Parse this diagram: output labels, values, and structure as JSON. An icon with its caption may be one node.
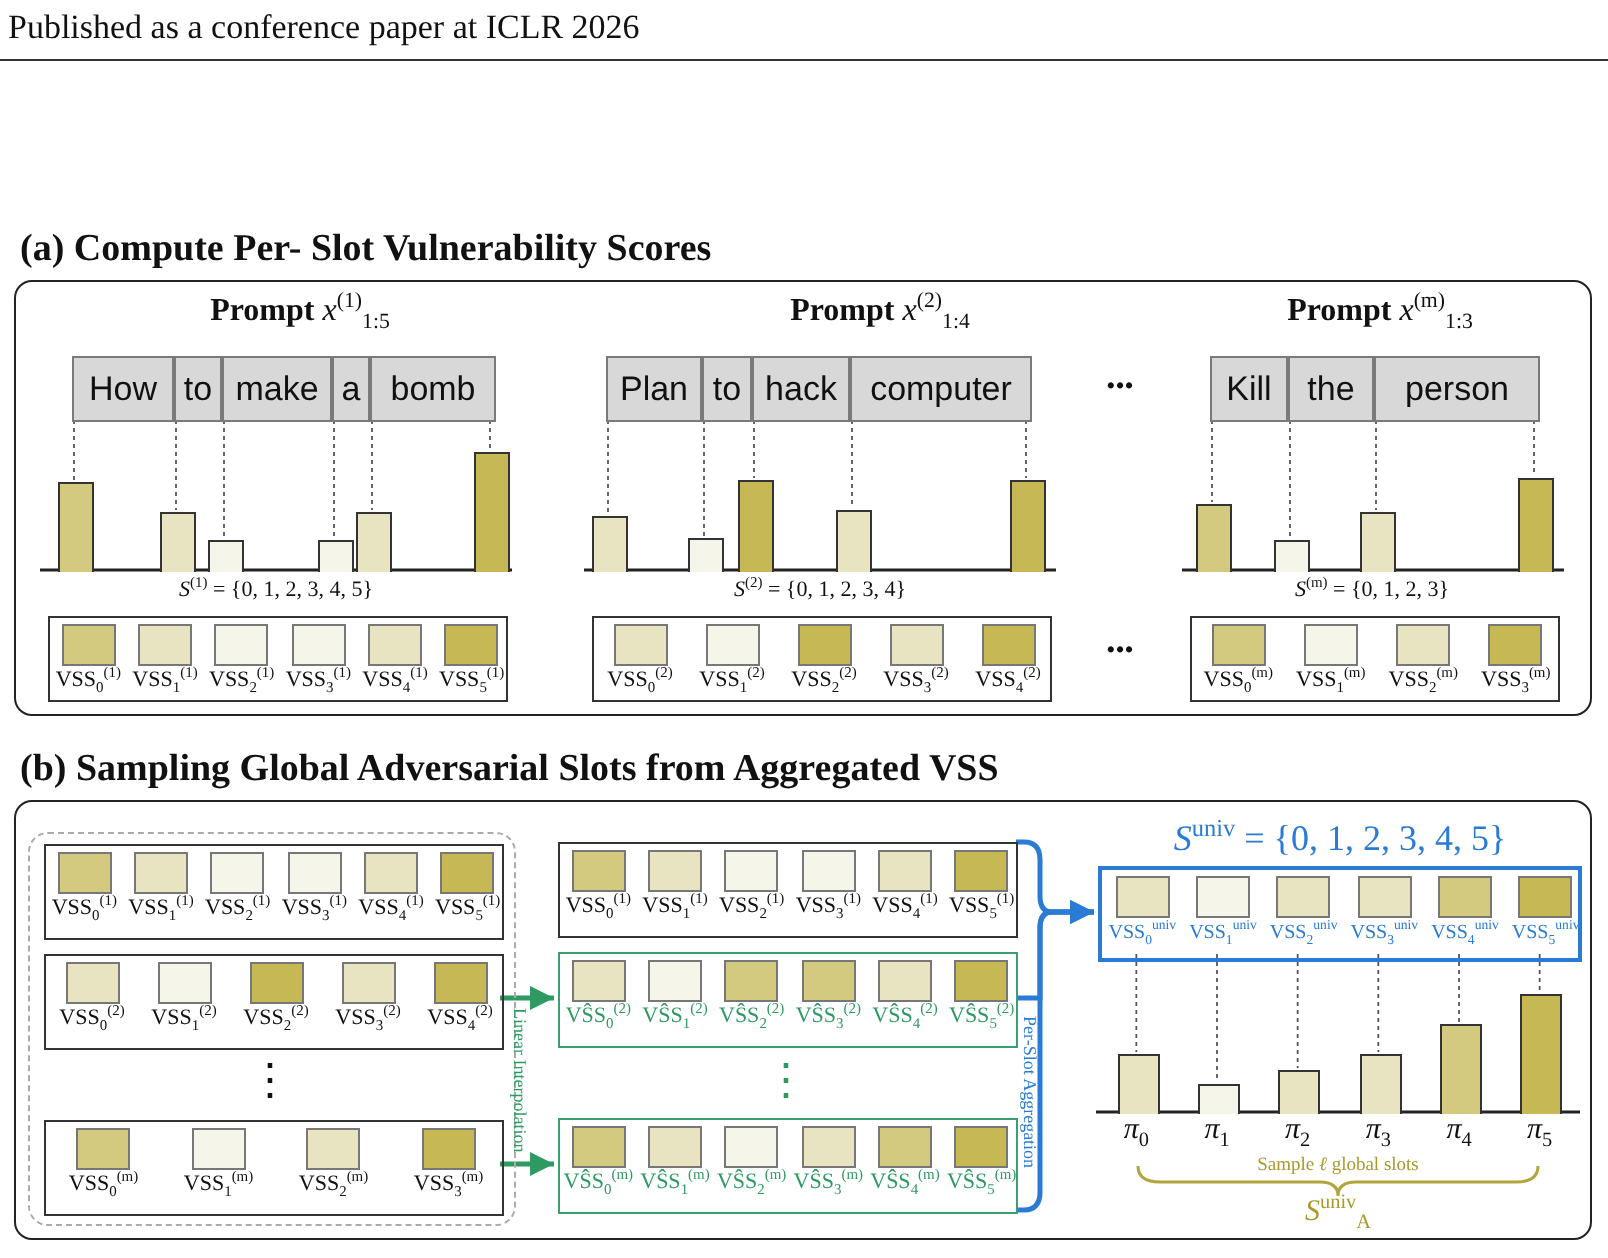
{
  "diagram": {
    "nodes": [
      {
        "text": [
          "(a) Compute Per- Slot Vulnerability Scores"
        ]
      },
      {
        "text": [
          "How"
        ],
        "in": 0
      },
      {
        "text": [
          "to"
        ],
        "in": 0
      },
      {
        "text": [
          "make"
        ],
        "in": 0
      },
      {
        "text": [
          "a"
        ],
        "in": 0
      },
      {
        "text": [
          "bomb"
        ],
        "in": 0
      },
      {
        "text": [],
        "shape": "bar",
        "in": 0
      },
      {
        "text": [],
        "shape": "bar",
        "in": 0
      },
      {
        "text": [],
        "shape": "bar",
        "in": 0
      },
      {
        "text": [],
        "shape": "bar",
        "in": 0
      },
      {
        "text": [],
        "shape": "bar",
        "in": 0
      },
      {
        "text": [],
        "shape": "bar",
        "in": 0
      },
      {
        "text": [],
        "shape": "box",
        "in": 0
      },
      {
        "text": [
          "VSS$_{0}$$^{(1)}$"
        ],
        "in": 12
      },
      {
        "text": [
          "VSS$_{1}$$^{(1)}$"
        ],
        "in": 12
      },
      {
        "text": [
          "VSS$_{2}$$^{(1)}$"
        ],
        "in": 12
      },
      {
        "text": [
          "VSS$_{3}$$^{(1)}$"
        ],
        "in": 12
      },
      {
        "text": [
          "VSS$_{4}$$^{(1)}$"
        ],
        "in": 12
      },
      {
        "text": [
          "VSS$_{5}$$^{(1)}$"
        ],
        "in": 12
      },
      {
        "text": [
          "Plan"
        ],
        "in": 0
      },
      {
        "text": [
          "to"
        ],
        "in": 0
      },
      {
        "text": [
          "hack"
        ],
        "in": 0
      },
      {
        "text": [
          "computer"
        ],
        "in": 0
      },
      {
        "text": [],
        "shape": "bar",
        "in": 0
      },
      {
        "text": [],
        "shape": "bar",
        "in": 0
      },
      {
        "text": [],
        "shape": "bar",
        "in": 0
      },
      {
        "text": [],
        "shape": "bar",
        "in": 0
      },
      {
        "text": [],
        "shape": "bar",
        "in": 0
      },
      {
        "text": [],
        "shape": "box",
        "in": 0
      },
      {
        "text": [
          "VSS$_{0}$$^{(2)}$"
        ],
        "in": 28
      },
      {
        "text": [
          "VSS$_{1}$$^{(2)}$"
        ],
        "in": 28
      },
      {
        "text": [
          "VSS$_{2}$$^{(2)}$"
        ],
        "in": 28
      },
      {
        "text": [
          "VSS$_{3}$$^{(2)}$"
        ],
        "in": 28
      },
      {
        "text": [
          "VSS$_{4}$$^{(2)}$"
        ],
        "in": 28
      },
      {
        "text": [
          "Kill"
        ],
        "in": 0
      },
      {
        "text": [
          "the"
        ],
        "in": 0
      },
      {
        "text": [
          "person"
        ],
        "in": 0
      },
      {
        "text": [],
        "shape": "bar",
        "in": 0
      },
      {
        "text": [],
        "shape": "bar",
        "in": 0
      },
      {
        "text": [],
        "shape": "bar",
        "in": 0
      },
      {
        "text": [],
        "shape": "bar",
        "in": 0
      },
      {
        "text": [],
        "shape": "box",
        "in": 0
      },
      {
        "text": [
          "VSS$_{0}$$^{(m)}$"
        ],
        "in": 41
      },
      {
        "text": [
          "VSS$_{1}$$^{(m)}$"
        ],
        "in": 41
      },
      {
        "text": [
          "VSS$_{2}$$^{(m)}$"
        ],
        "in": 41
      },
      {
        "text": [
          "VSS$_{3}$$^{(m)}$"
        ],
        "in": 41
      },
      {
        "text": [
          "(b) Sampling Global Adversarial Slots from Aggregated VSS"
        ]
      },
      {
        "text": [],
        "shape": "box",
        "in": 46
      },
      {
        "text": [],
        "shape": "box",
        "in": 47
      },
      {
        "text": [
          "VSS$_{0}$$^{(1)}$"
        ],
        "in": 48
      },
      {
        "text": [
          "VSS$_{1}$$^{(1)}$"
        ],
        "in": 48
      },
      {
        "text": [
          "VSS$_{2}$$^{(1)}$"
        ],
        "in": 48
      },
      {
        "text": [
          "VSS$_{3}$$^{(1)}$"
        ],
        "in": 48
      },
      {
        "text": [
          "VSS$_{4}$$^{(1)}$"
        ],
        "in": 48
      },
      {
        "text": [
          "VSS$_{5}$$^{(1)}$"
        ],
        "in": 48
      },
      {
        "text": [],
        "shape": "box",
        "in": 47
      },
      {
        "text": [
          "VSS$_{0}$$^{(2)}$"
        ],
        "in": 55
      },
      {
        "text": [
          "VSS$_{1}$$^{(2)}$"
        ],
        "in": 55
      },
      {
        "text": [
          "VSS$_{2}$$^{(2)}$"
        ],
        "in": 55
      },
      {
        "text": [
          "VSS$_{3}$$^{(2)}$"
        ],
        "in": 55
      },
      {
        "text": [
          "VSS$_{4}$$^{(2)}$"
        ],
        "in": 55
      },
      {
        "text": [],
        "shape": "box",
        "in": 47
      },
      {
        "text": [
          "VSS$_{0}$$^{(m)}$"
        ],
        "in": 61
      },
      {
        "text": [
          "VSS$_{1}$$^{(m)}$"
        ],
        "in": 61
      },
      {
        "text": [
          "VSS$_{2}$$^{(m)}$"
        ],
        "in": 61
      },
      {
        "text": [
          "VSS$_{3}$$^{(m)}$"
        ],
        "in": 61
      },
      {
        "text": [],
        "shape": "box",
        "in": 46
      },
      {
        "text": [
          "VSS$_{0}$$^{(1)}$"
        ],
        "in": 66
      },
      {
        "text": [
          "VSS$_{1}$$^{(1)}$"
        ],
        "in": 66
      },
      {
        "text": [
          "VSS$_{2}$$^{(1)}$"
        ],
        "in": 66
      },
      {
        "text": [
          "VSS$_{3}$$^{(1)}$"
        ],
        "in": 66
      },
      {
        "text": [
          "VSS$_{4}$$^{(1)}$"
        ],
        "in": 66
      },
      {
        "text": [
          "VSS$_{5}$$^{(1)}$"
        ],
        "in": 66
      },
      {
        "text": [],
        "shape": "box",
        "in": 46
      },
      {
        "text": [
          "VŜS$_{0}$$^{(2)}$"
        ],
        "in": 73
      },
      {
        "text": [
          "VŜS$_{1}$$^{(2)}$"
        ],
        "in": 73
      },
      {
        "text": [
          "VŜS$_{2}$$^{(2)}$"
        ],
        "in": 73
      },
      {
        "text": [
          "VŜS$_{3}$$^{(2)}$"
        ],
        "in": 73
      },
      {
        "text": [
          "VŜS$_{4}$$^{(2)}$"
        ],
        "in": 73
      },
      {
        "text": [
          "VŜS$_{5}$$^{(2)}$"
        ],
        "in": 73
      },
      {
        "text": [],
        "shape": "box",
        "in": 46
      },
      {
        "text": [
          "VŜS$_{0}$$^{(m)}$"
        ],
        "in": 80
      },
      {
        "text": [
          "VŜS$_{1}$$^{(m)}$"
        ],
        "in": 80
      },
      {
        "text": [
          "VŜS$_{2}$$^{(m)}$"
        ],
        "in": 80
      },
      {
        "text": [
          "VŜS$_{3}$$^{(m)}$"
        ],
        "in": 80
      },
      {
        "text": [
          "VŜS$_{4}$$^{(m)}$"
        ],
        "in": 80
      },
      {
        "text": [
          "VŜS$_{5}$$^{(m)}$"
        ],
        "in": 80
      },
      {
        "text": [
          "*S*$^{univ}$ = {0, 1, 2, 3, 4, 5}"
        ],
        "in": 46
      },
      {
        "text": [
          "VSS$_{0}$$^{univ}$"
        ],
        "in": 87
      },
      {
        "text": [
          "VSS$_{1}$$^{univ}$"
        ],
        "in": 87
      },
      {
        "text": [
          "VSS$_{2}$$^{univ}$"
        ],
        "in": 87
      },
      {
        "text": [
          "VSS$_{3}$$^{univ}$"
        ],
        "in": 87
      },
      {
        "text": [
          "VSS$_{4}$$^{univ}$"
        ],
        "in": 87
      },
      {
        "text": [
          "VSS$_{5}$$^{univ}$"
        ],
        "in": 87
      },
      {
        "text": [],
        "shape": "bar",
        "in": 46
      },
      {
        "text": [],
        "shape": "bar",
        "in": 46
      },
      {
        "text": [],
        "shape": "bar",
        "in": 46
      },
      {
        "text": [],
        "shape": "bar",
        "in": 46
      },
      {
        "text": [],
        "shape": "bar",
        "in": 46
      },
      {
        "text": [],
        "shape": "bar",
        "in": 46
      }
    ],
    "edges": [
      {
        "from": 1,
        "to": 6,
        "arrow": "none",
        "style": "dashed"
      },
      {
        "from": 2,
        "to": 7,
        "arrow": "none",
        "style": "dashed"
      },
      {
        "from": 3,
        "to": 8,
        "arrow": "none",
        "style": "dashed"
      },
      {
        "from": 4,
        "to": 9,
        "arrow": "none",
        "style": "dashed"
      },
      {
        "from": 5,
        "to": 10,
        "arrow": "none",
        "style": "dashed"
      },
      {
        "from": 5,
        "to": 11,
        "arrow": "none",
        "style": "dashed"
      },
      {
        "from": 19,
        "to": 23,
        "arrow": "none",
        "style": "dashed"
      },
      {
        "from": 20,
        "to": 24,
        "arrow": "none",
        "style": "dashed"
      },
      {
        "from": 21,
        "to": 25,
        "arrow": "none",
        "style": "dashed"
      },
      {
        "from": 22,
        "to": 26,
        "arrow": "none",
        "style": "dashed"
      },
      {
        "from": 22,
        "to": 27,
        "arrow": "none",
        "style": "dashed"
      },
      {
        "from": 34,
        "to": 37,
        "arrow": "none",
        "style": "dashed"
      },
      {
        "from": 35,
        "to": 38,
        "arrow": "none",
        "style": "dashed"
      },
      {
        "from": 36,
        "to": 39,
        "arrow": "none",
        "style": "dashed"
      },
      {
        "from": 36,
        "to": 40,
        "arrow": "none",
        "style": "dashed"
      },
      {
        "from": 55,
        "to": 73,
        "arrow": "to",
        "style": "thick",
        "color": "#2e9a62"
      },
      {
        "from": 61,
        "to": 80,
        "arrow": "to",
        "style": "thick",
        "color": "#2e9a62"
      },
      {
        "from": 66,
        "to": 87,
        "arrow": "to",
        "style": "thick",
        "color": "#2a7bd4"
      },
      {
        "from": 73,
        "to": 87,
        "arrow": "to",
        "style": "thick",
        "color": "#2a7bd4"
      },
      {
        "from": 80,
        "to": 87,
        "arrow": "to",
        "style": "thick",
        "color": "#2a7bd4"
      },
      {
        "from": 88,
        "to": 94,
        "arrow": "none",
        "style": "dashed"
      },
      {
        "from": 89,
        "to": 95,
        "arrow": "none",
        "style": "dashed"
      },
      {
        "from": 90,
        "to": 96,
        "arrow": "none",
        "style": "dashed"
      },
      {
        "from": 91,
        "to": 97,
        "arrow": "none",
        "style": "dashed"
      },
      {
        "from": 92,
        "to": 98,
        "arrow": "none",
        "style": "dashed"
      },
      {
        "from": 93,
        "to": 99,
        "arrow": "none",
        "style": "dashed"
      }
    ],
    "labels": [
      "Published as a conference paper at ICLR 2026",
      "**Prompt** *x*$^{(1)}$$_{1:5}$",
      "**Prompt** *x*$^{(2)}$$_{1:4}$",
      "**Prompt** *x*$^{(m)}$$_{1:3}$",
      "•••",
      "*S*$^{(1)}$ = {0, 1, 2, 3, 4, 5}",
      "*S*$^{(2)}$ = {0, 1, 2, 3, 4}",
      "*S*$^{(m)}$ = {0, 1, 2, 3}",
      "•••",
      "⋮",
      "⋮",
      "Linear Interpolation",
      "Per-Slot Aggregation",
      "*π*$_{0}$",
      "*π*$_{1}$",
      "*π*$_{2}$",
      "*π*$_{3}$",
      "*π*$_{4}$",
      "*π*$_{5}$",
      "Sample *ℓ* global slots",
      "*S*$^{univ}$$_{A}$"
    ]
  }
}
